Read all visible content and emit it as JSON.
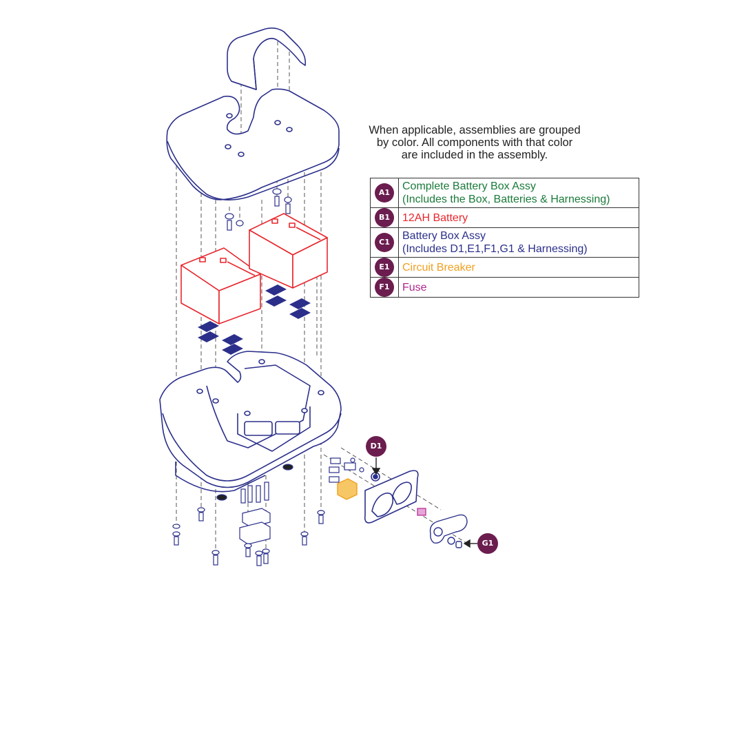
{
  "note": {
    "lines": [
      "When applicable, assemblies are grouped",
      "by color. All components with that color",
      "are included in the assembly."
    ]
  },
  "legend": [
    {
      "code": "A1",
      "lines": [
        "Complete Battery Box Assy",
        "(Includes the Box, Batteries & Harnessing)"
      ],
      "color": "#1a7a3a"
    },
    {
      "code": "B1",
      "lines": [
        "12AH Battery"
      ],
      "color": "#e8262c"
    },
    {
      "code": "C1",
      "lines": [
        "Battery Box Assy",
        "(Includes D1,E1,F1,G1 & Harnessing)"
      ],
      "color": "#2b2f8a"
    },
    {
      "code": "E1",
      "lines": [
        "Circuit Breaker"
      ],
      "color": "#f0a020"
    },
    {
      "code": "F1",
      "lines": [
        "Fuse"
      ],
      "color": "#b0268f"
    }
  ],
  "callouts": {
    "d1": "D1",
    "g1": "G1"
  },
  "colors": {
    "outline": "#2b2f8a",
    "battery": "#e8262c",
    "breaker": "#f0a020",
    "fuse": "#b0268f",
    "badge": "#6b1d4f"
  }
}
